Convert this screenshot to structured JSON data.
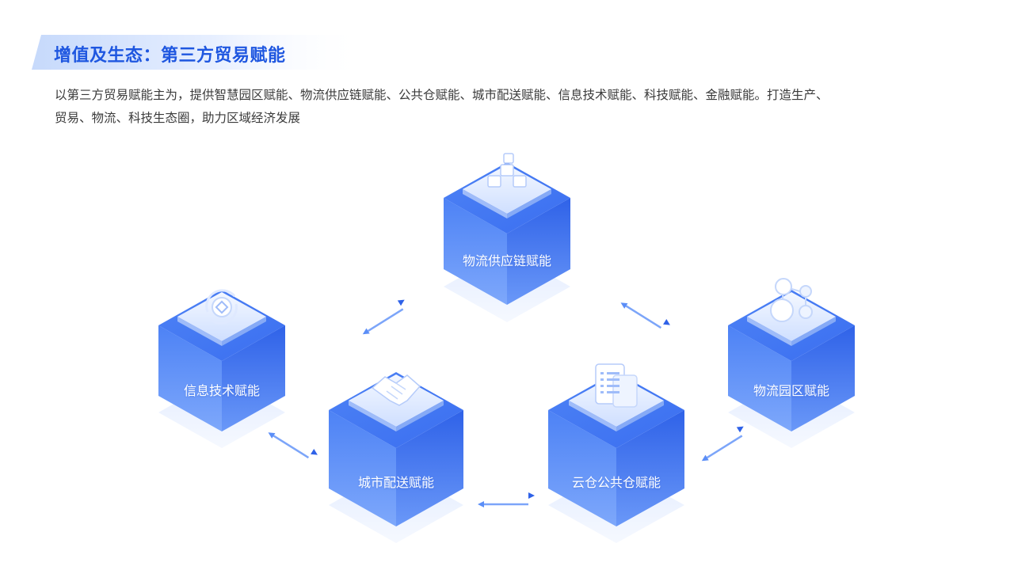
{
  "header": {
    "title": "增值及生态：第三方贸易赋能"
  },
  "description": {
    "line1": "以第三方贸易赋能主为，提供智慧园区赋能、物流供应链赋能、公共仓赋能、城市配送赋能、信息技术赋能、科技赋能、金融赋能。打造生产、",
    "line2": "贸易、物流、科技生态圈，助力区域经济发展"
  },
  "nodes": {
    "supply_chain": {
      "label": "物流供应链赋能",
      "icon": "blocks-icon"
    },
    "info_tech": {
      "label": "信息技术赋能",
      "icon": "coin-cycle-icon"
    },
    "city_delivery": {
      "label": "城市配送赋能",
      "icon": "handshake-icon"
    },
    "cloud_warehouse": {
      "label": "云仓公共仓赋能",
      "icon": "document-icon"
    },
    "park": {
      "label": "物流园区赋能",
      "icon": "network-icon"
    }
  },
  "colors": {
    "accent": "#1f57e0",
    "cube_front": "#5b8ef7",
    "cube_side": "#3f74f0",
    "cube_top": "#c9dbff"
  }
}
